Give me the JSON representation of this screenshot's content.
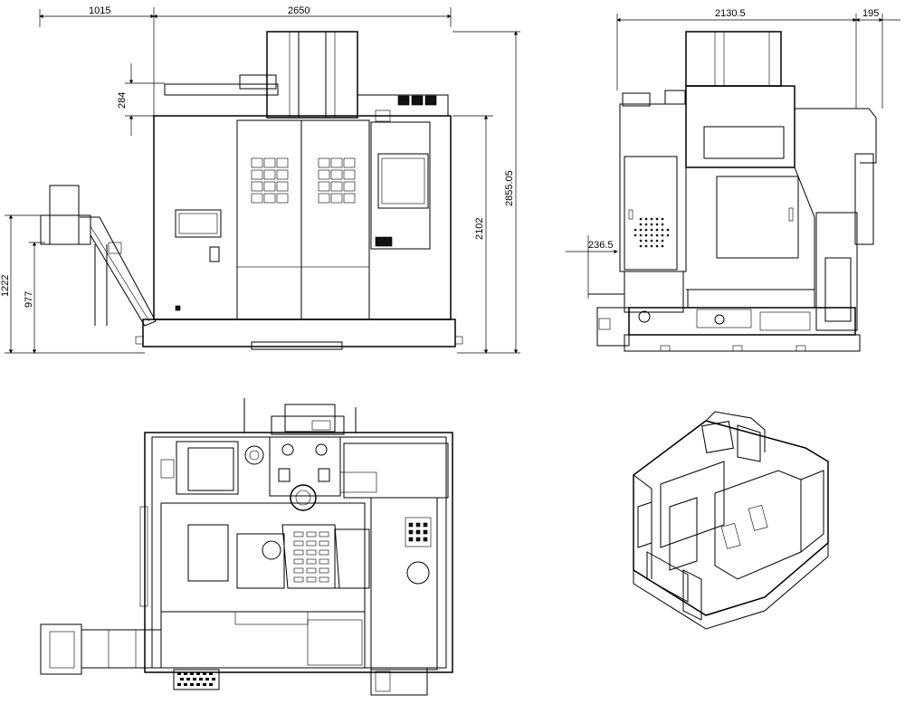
{
  "front_view": {
    "dim_left_width": "1015",
    "dim_width": "2650",
    "dim_top_offset": "284",
    "dim_height_table": "2102",
    "dim_height_total": "2855.05",
    "dim_conveyor_height": "1222",
    "dim_conveyor_low": "977"
  },
  "side_view": {
    "dim_depth": "2130.5",
    "dim_right_offset": "195",
    "dim_left_offset": "236.5"
  },
  "colors": {
    "line": "#000000",
    "background": "#ffffff"
  }
}
